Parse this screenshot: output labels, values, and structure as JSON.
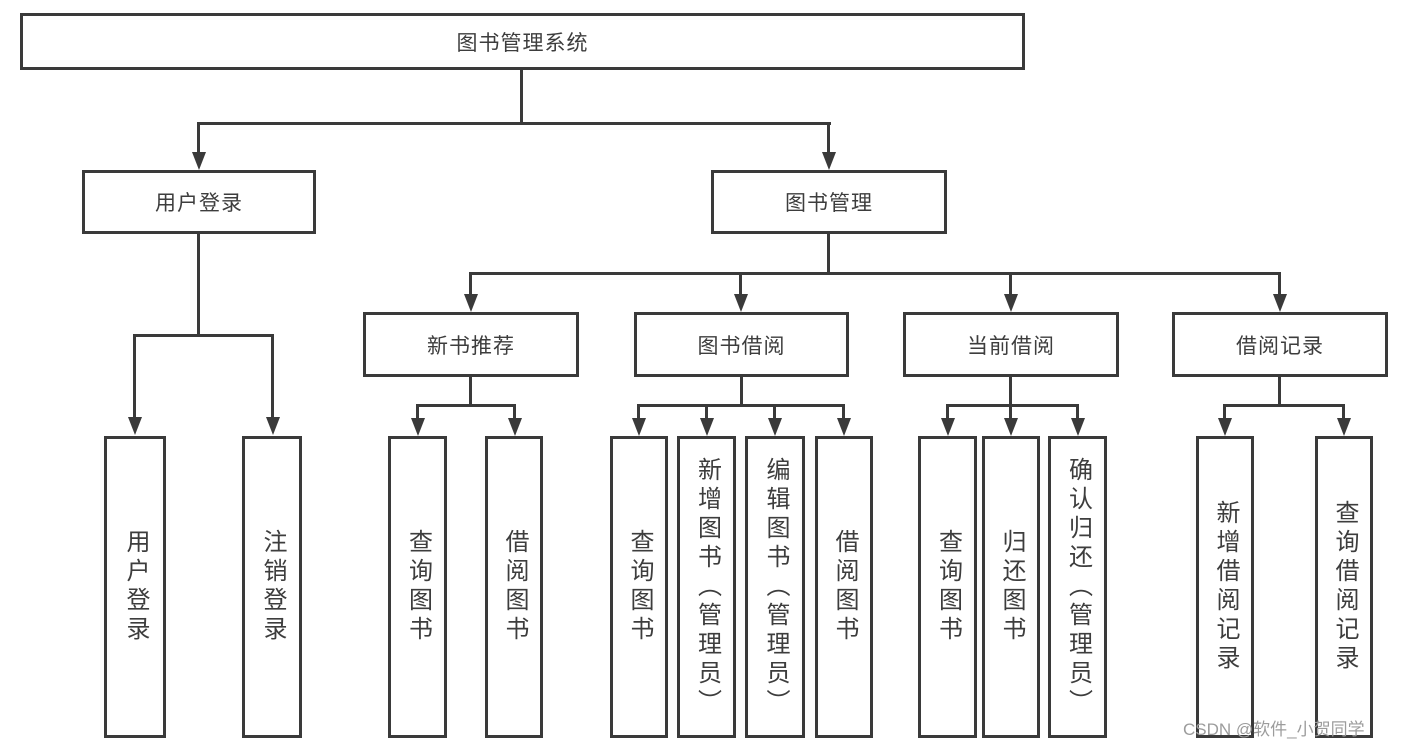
{
  "diagram_title": "图书管理系统",
  "nodes": {
    "root": "图书管理系统",
    "user_login": "用户登录",
    "book_mgmt": "图书管理",
    "new_book_rec": "新书推荐",
    "book_borrow": "图书借阅",
    "current_borrow": "当前借阅",
    "borrow_records": "借阅记录",
    "leaf_user_login": "用户登录",
    "leaf_logout": "注销登录",
    "nbr_query": "查询图书",
    "nbr_borrow": "借阅图书",
    "bb_query": "查询图书",
    "bb_add": "新增图书（管理员）",
    "bb_edit": "编辑图书（管理员）",
    "bb_borrow": "借阅图书",
    "cb_query": "查询图书",
    "cb_return": "归还图书",
    "cb_confirm": "确认归还（管理员）",
    "br_add": "新增借阅记录",
    "br_query": "查询借阅记录"
  },
  "edges": [
    [
      "root",
      "user_login"
    ],
    [
      "root",
      "book_mgmt"
    ],
    [
      "user_login",
      "leaf_user_login"
    ],
    [
      "user_login",
      "leaf_logout"
    ],
    [
      "book_mgmt",
      "new_book_rec"
    ],
    [
      "book_mgmt",
      "book_borrow"
    ],
    [
      "book_mgmt",
      "current_borrow"
    ],
    [
      "book_mgmt",
      "borrow_records"
    ],
    [
      "new_book_rec",
      "nbr_query"
    ],
    [
      "new_book_rec",
      "nbr_borrow"
    ],
    [
      "book_borrow",
      "bb_query"
    ],
    [
      "book_borrow",
      "bb_add"
    ],
    [
      "book_borrow",
      "bb_edit"
    ],
    [
      "book_borrow",
      "bb_borrow"
    ],
    [
      "current_borrow",
      "cb_query"
    ],
    [
      "current_borrow",
      "cb_return"
    ],
    [
      "current_borrow",
      "cb_confirm"
    ],
    [
      "borrow_records",
      "br_add"
    ],
    [
      "borrow_records",
      "br_query"
    ]
  ],
  "watermark": "CSDN @软件_小贺同学",
  "colors": {
    "line": "#3a3a3a",
    "text": "#3d3d3d",
    "box_bg": "#ffffff",
    "watermark": "#9c9c9c"
  }
}
